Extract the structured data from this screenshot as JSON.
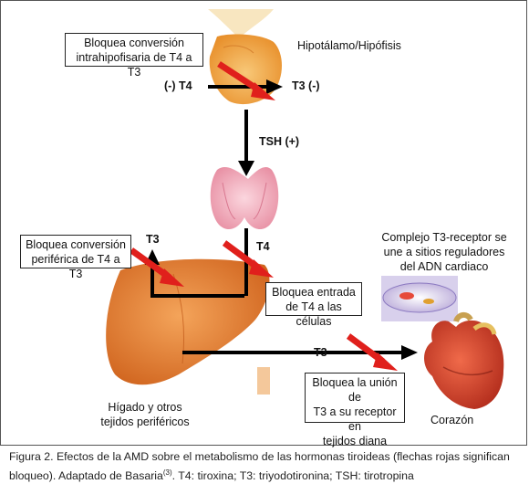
{
  "boxes": {
    "intrapituitary": {
      "line1": "Bloquea conversión",
      "line2": "intrahipofisaria de T4 a T3"
    },
    "peripheral": {
      "line1": "Bloquea conversión",
      "line2": "periférica de T4 a T3"
    },
    "cell_entry": {
      "line1": "Bloquea entrada",
      "line2": "de T4 a las células"
    },
    "receptor_binding": {
      "line1": "Bloquea la unión de",
      "line2": "T3 a su receptor en",
      "line3": "tejidos diana"
    }
  },
  "labels": {
    "hypothalamus": "Hipotálamo/Hipófisis",
    "t4_in": "(-) T4",
    "t3_out": "T3 (-)",
    "tsh": "TSH (+)",
    "t3_up": "T3",
    "t4_down": "T4",
    "t3_heart": "T3",
    "complex_line1": "Complejo T3-receptor se",
    "complex_line2": "une a sitios reguladores",
    "complex_line3": "del ADN cardiaco",
    "liver_line1": "Hígado y otros",
    "liver_line2": "tejidos periféricos",
    "heart": "Corazón"
  },
  "caption": {
    "part1": "Figura 2. Efectos de la AMD sobre el metabolismo de las hormonas tiroideas (flechas rojas significan bloqueo). Adaptado de Basaria",
    "ref": "(3)",
    "part2": ". T4: tiroxina; T3: triyodotironina; TSH: tirotropina"
  },
  "colors": {
    "block_arrow": "#e0201c",
    "flow_arrow": "#000000",
    "pituitary": "#f0a050",
    "thyroid": "#f2b4c0",
    "liver": "#e8843a",
    "heart": "#d8422a"
  }
}
